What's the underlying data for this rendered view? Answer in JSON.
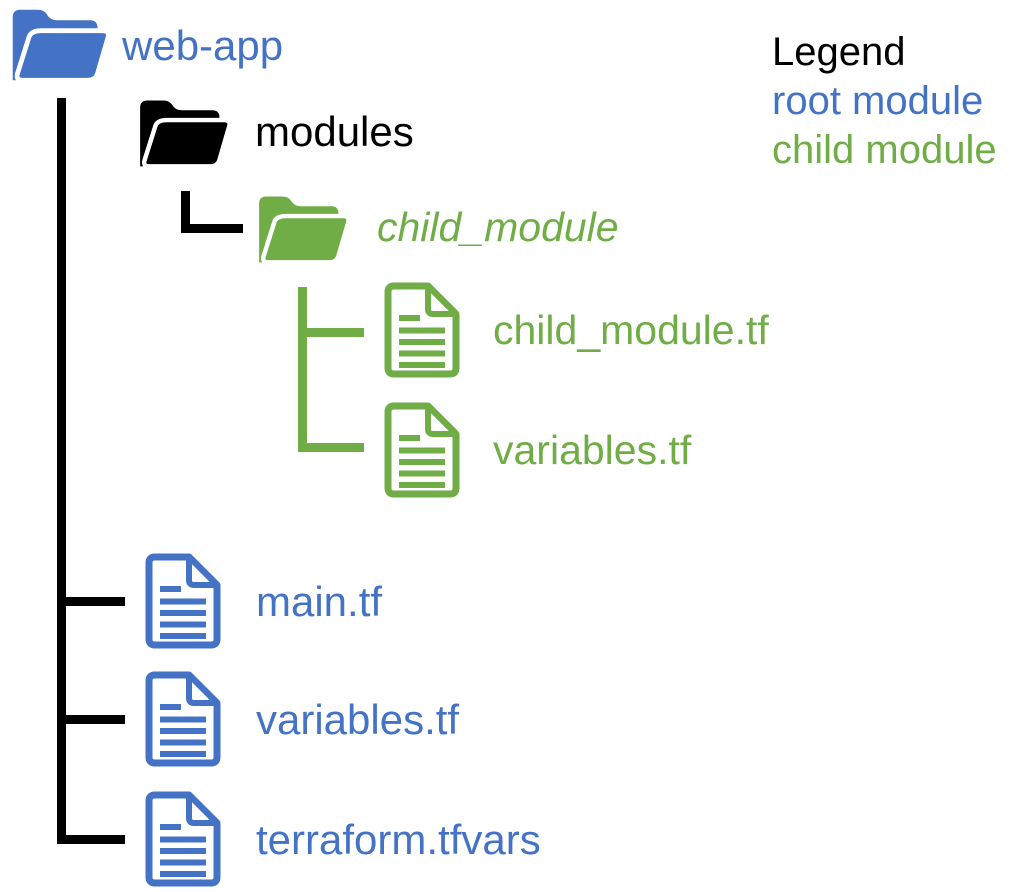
{
  "colors": {
    "root_module_blue": "#4472C4",
    "child_module_green": "#70AD47",
    "neutral_black": "#000000"
  },
  "icons": {
    "folder": "open-folder-icon",
    "file": "document-icon"
  },
  "tree": {
    "root_folder": {
      "label": "web-app",
      "role": "root module"
    },
    "modules_folder": {
      "label": "modules"
    },
    "child_folder": {
      "label": "child_module",
      "role": "child module"
    },
    "child_files": [
      {
        "label": "child_module.tf"
      },
      {
        "label": "variables.tf"
      }
    ],
    "root_files": [
      {
        "label": "main.tf"
      },
      {
        "label": "variables.tf"
      },
      {
        "label": "terraform.tfvars"
      }
    ]
  },
  "legend": {
    "title": "Legend",
    "entries": [
      {
        "label": "root module",
        "color": "#4472C4"
      },
      {
        "label": "child module",
        "color": "#70AD47"
      }
    ]
  }
}
